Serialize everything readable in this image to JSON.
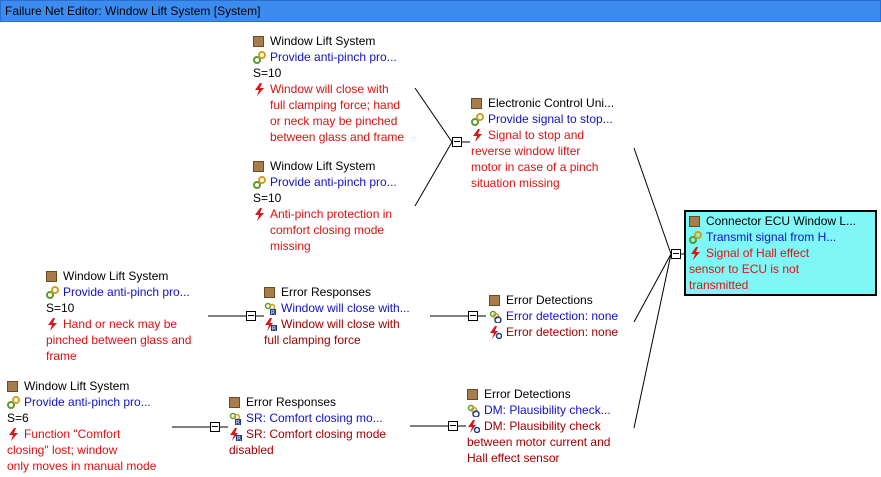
{
  "window": {
    "title": "Failure Net Editor: Window Lift System [System]"
  },
  "colors": {
    "title_bg": "#3c8cf0",
    "function_text": "#1111cc",
    "failure_text": "#dd1111",
    "failure_text_dark": "#a00000",
    "selected_bg": "#7ff7f7",
    "element_icon": "#a87c4c"
  },
  "icons": {
    "element": "brown-square-icon",
    "function": "function-link-icon",
    "failure": "lightning-icon",
    "detection": "detection-icon",
    "response": "response-icon"
  },
  "nodes": {
    "wls1": {
      "title": "Window Lift System",
      "function": "Provide anti-pinch pro...",
      "severity": "S=10",
      "failure": "Window will close with\nfull clamping force; hand\nor neck may be pinched\nbetween glass and frame"
    },
    "wls2": {
      "title": "Window Lift System",
      "function": "Provide anti-pinch pro...",
      "severity": "S=10",
      "failure": "Anti-pinch protection in\ncomfort closing mode\nmissing"
    },
    "ecu": {
      "title": "Electronic Control Uni...",
      "function": "Provide signal to stop...",
      "failure": "Signal to stop and\nreverse window lifter\nmotor in case of a pinch\nsituation missing"
    },
    "connector": {
      "title": "Connector ECU Window L...",
      "function": "Transmit signal from H...",
      "failure": "Signal of Hall effect\nsensor to ECU is not\ntransmitted"
    },
    "wls3": {
      "title": "Window Lift System",
      "function": "Provide anti-pinch pro...",
      "severity": "S=10",
      "failure": "Hand or neck may be\npinched between glass and\nframe"
    },
    "er1": {
      "title": "Error Responses",
      "response": "Window will close with...",
      "failure": "Window will close with\nfull clamping force"
    },
    "ed1": {
      "title": "Error Detections",
      "detection": "Error detection: none",
      "failure": "Error detection: none"
    },
    "wls4": {
      "title": "Window Lift System",
      "function": "Provide anti-pinch pro...",
      "severity": "S=6",
      "failure": "Function \"Comfort\nclosing\" lost; window\nonly moves in manual mode"
    },
    "er2": {
      "title": "Error Responses",
      "response": "SR: Comfort closing mo...",
      "failure": "SR: Comfort closing mode\ndisabled"
    },
    "ed2": {
      "title": "Error Detections",
      "detection": "DM: Plausibility check...",
      "failure": "DM: Plausibility check\nbetween motor current and\nHall effect sensor"
    }
  }
}
